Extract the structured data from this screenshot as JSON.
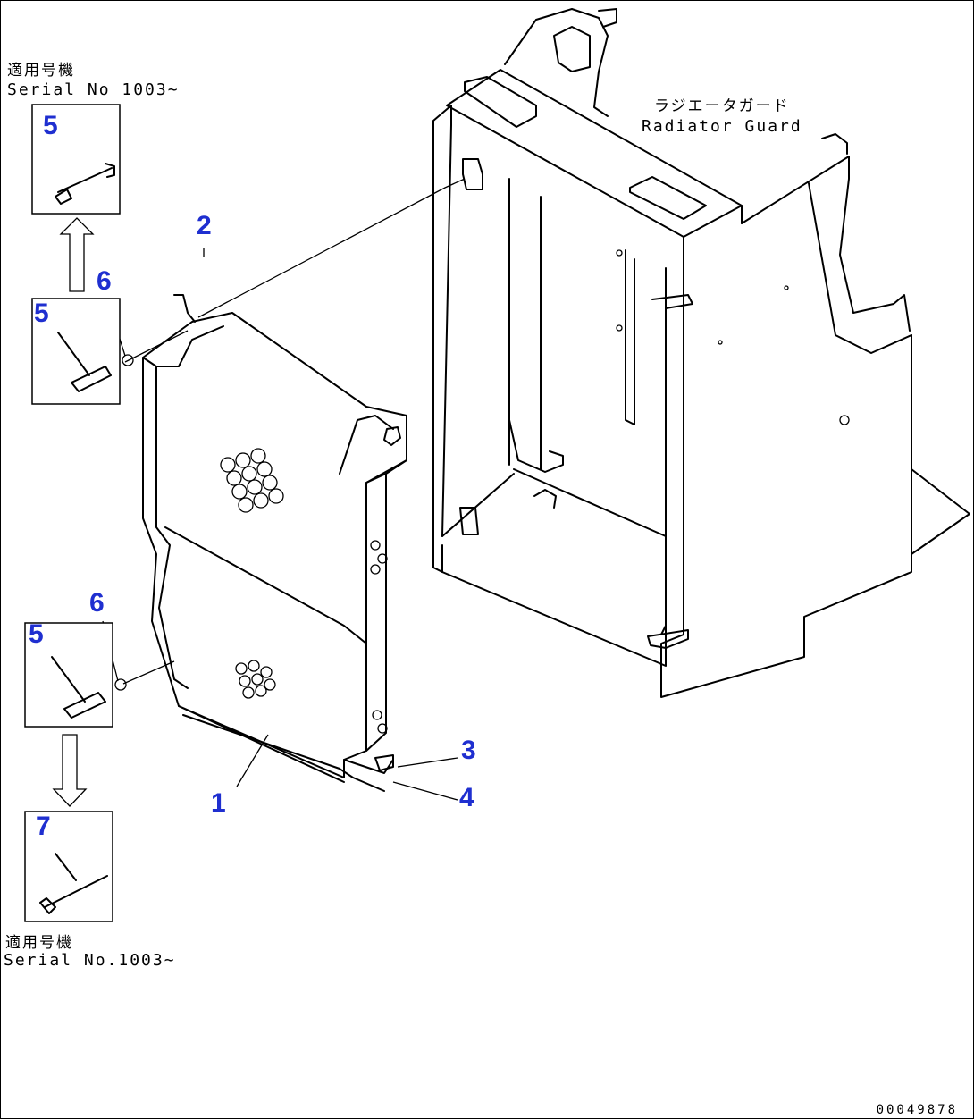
{
  "notes": {
    "top_jp": "適用号機",
    "top_en": "Serial No 1003~",
    "bottom_jp": "適用号機",
    "bottom_en": "Serial No.1003~"
  },
  "part_label": {
    "jp": "ラジエータガード",
    "en": "Radiator Guard"
  },
  "callouts": {
    "c1": "1",
    "c2": "2",
    "c3": "3",
    "c4": "4",
    "c5_top": "5",
    "c5_mid": "5",
    "c5_low": "5",
    "c6_upper": "6",
    "c6_lower": "6",
    "c7": "7"
  },
  "drawing_code": "00049878",
  "colors": {
    "callout": "#1f2fd0",
    "line": "#000000"
  }
}
